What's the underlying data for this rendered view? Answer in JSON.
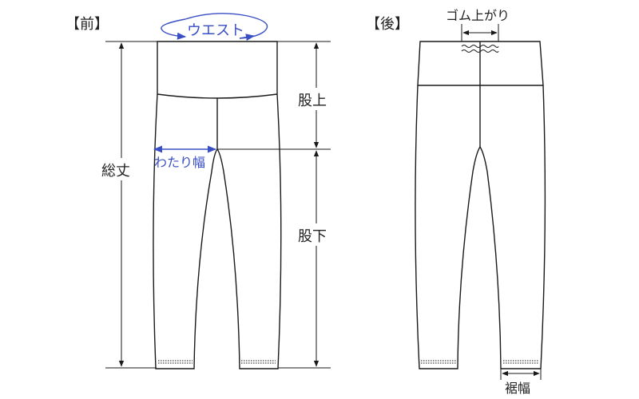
{
  "front": {
    "title": "【前】"
  },
  "back": {
    "title": "【後】"
  },
  "labels": {
    "waist": "ウエスト",
    "total_length": "総丈",
    "rise": "股上",
    "inseam": "股下",
    "thigh_width": "わたり幅",
    "elastic_rise": "ゴム上がり",
    "hem_width": "裾幅"
  },
  "colors": {
    "outline": "#1a1a1a",
    "accent": "#3a4fc4"
  }
}
